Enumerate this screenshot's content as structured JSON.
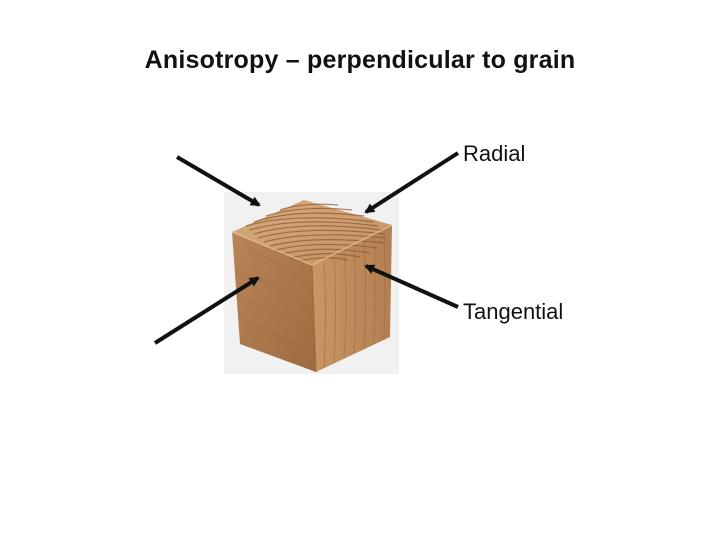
{
  "title": "Anisotropy – perpendicular to grain",
  "labels": {
    "radial": "Radial",
    "tangential": "Tangential"
  },
  "colors": {
    "wood_top": "#c99a6c",
    "wood_left": "#b27c4f",
    "wood_right": "#c08a5c",
    "arrow": "#111111"
  }
}
